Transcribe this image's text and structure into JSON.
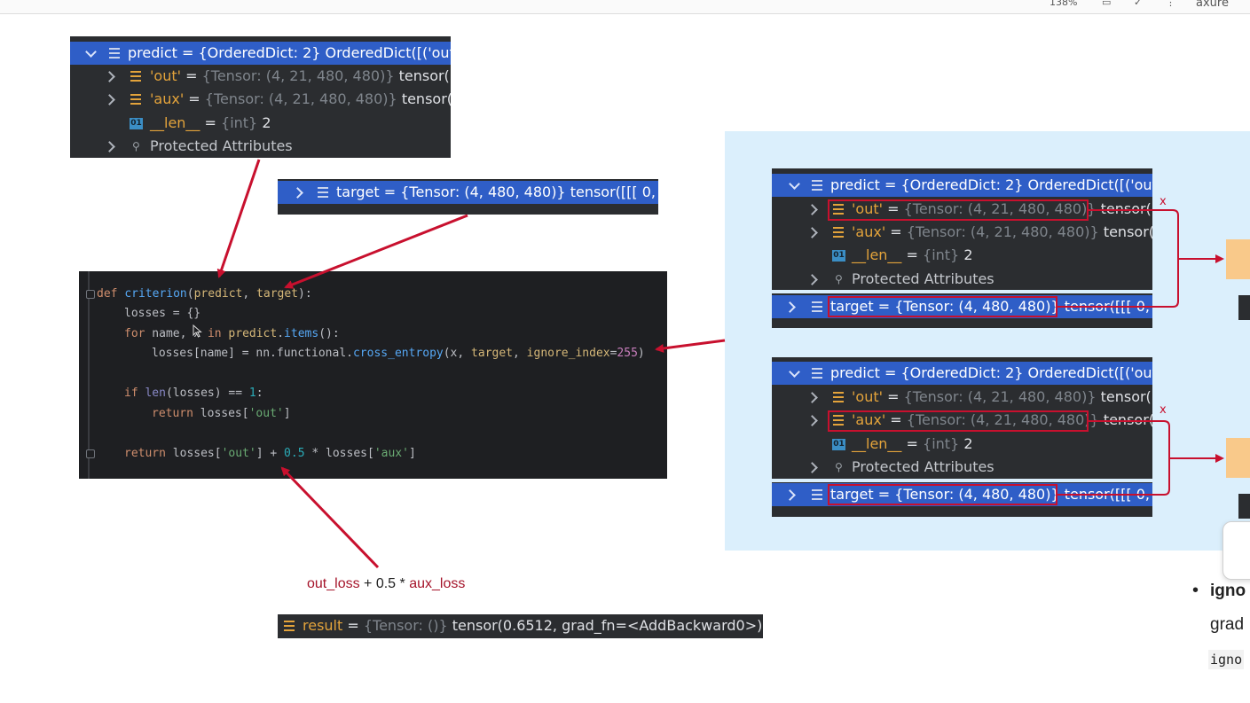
{
  "toolbar": {
    "zoom": "138%",
    "app": "axure"
  },
  "panel_predict_top": {
    "rows": [
      {
        "text": "predict = {OrderedDict: 2} OrderedDict([('out'"
      },
      {
        "key": "'out'",
        "type": "{Tensor: (4, 21, 480, 480)}",
        "value": "tensor([["
      },
      {
        "key": "'aux'",
        "type": "{Tensor: (4, 21, 480, 480)}",
        "value": "tensor([["
      },
      {
        "key": "__len__",
        "type": "{int}",
        "value": "2"
      },
      {
        "text": "Protected Attributes"
      }
    ]
  },
  "panel_target_top": {
    "text": "target = {Tensor: (4, 480, 480)} tensor([[[ 0,"
  },
  "code": {
    "lines": [
      [
        "def",
        "criterion",
        "(",
        "predict",
        ", ",
        "target",
        "):"
      ],
      [
        "losses = {}"
      ],
      [
        "for",
        " name, x ",
        "in",
        " predict",
        ".",
        "items",
        "():"
      ],
      [
        "losses[name] = nn.functional.",
        "cross_entropy",
        "(x, ",
        "target",
        ", ",
        "ignore_index",
        "=",
        "255",
        ")"
      ],
      [
        "if",
        " ",
        "len",
        "(losses) == ",
        "1",
        ":"
      ],
      [
        "return",
        " losses[",
        "'out'",
        "]"
      ],
      [
        "return",
        " losses[",
        "'out'",
        "] + ",
        "0.5",
        " * losses[",
        "'aux'",
        "]"
      ]
    ]
  },
  "panel_right_1": {
    "rows": [
      {
        "text": "predict = {OrderedDict: 2} OrderedDict([('out'"
      },
      {
        "key": "'out'",
        "type": "{Tensor: (4, 21, 480, 480)}",
        "value": "tensor([["
      },
      {
        "key": "'aux'",
        "type": "{Tensor: (4, 21, 480, 480)}",
        "value": "tensor([["
      },
      {
        "key": "__len__",
        "type": "{int}",
        "value": "2"
      },
      {
        "text": "Protected Attributes"
      },
      {
        "text": "target = {Tensor: (4, 480, 480)} tensor([[[  0,"
      }
    ],
    "mark": "x"
  },
  "panel_right_2": {
    "rows": [
      {
        "text": "predict = {OrderedDict: 2} OrderedDict([('out'"
      },
      {
        "key": "'out'",
        "type": "{Tensor: (4, 21, 480, 480)}",
        "value": "tensor([["
      },
      {
        "key": "'aux'",
        "type": "{Tensor: (4, 21, 480, 480)}",
        "value": "tensor([["
      },
      {
        "key": "__len__",
        "type": "{int}",
        "value": "2"
      },
      {
        "text": "Protected Attributes"
      },
      {
        "text": "target = {Tensor: (4, 480, 480)} tensor([[[  0,"
      }
    ],
    "mark": "x"
  },
  "caption": {
    "part1": "out_loss",
    "part2": " + 0.5 * ",
    "part3": "aux_loss"
  },
  "result": {
    "key": "result",
    "type": "{Tensor: ()}",
    "value": "tensor(0.6512, grad_fn=<AddBackward0>)"
  },
  "side_text": {
    "bullet": "•",
    "line1": "igno",
    "line2": "grad",
    "line3": "igno"
  },
  "colors": {
    "selection": "#2f5ec7",
    "arrow": "#c8102e",
    "panel": "#2b2d30",
    "highlight_bg": "#dbeffc"
  }
}
